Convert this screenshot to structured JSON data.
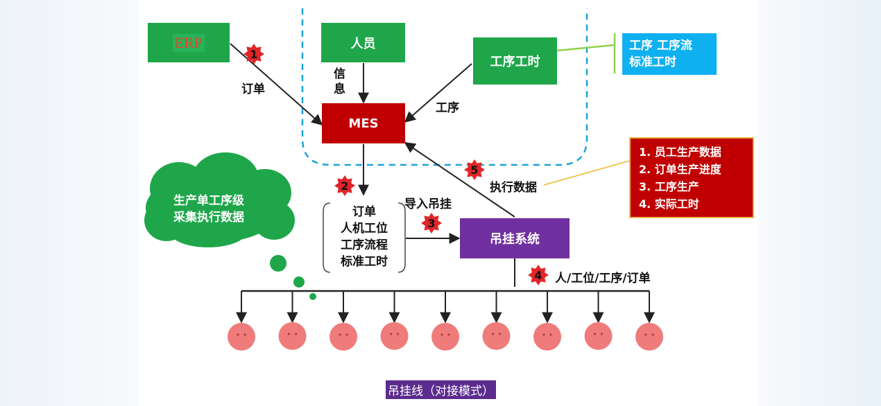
{
  "erp": {
    "label": "ERP"
  },
  "personnel": {
    "label": "人员"
  },
  "process_time": {
    "label": "工序工时"
  },
  "process_note": {
    "line1": "工序 工序流",
    "line2": "标准工时"
  },
  "mes": {
    "label": "MES"
  },
  "hanging_system": {
    "label": "吊挂系统"
  },
  "cloud": {
    "line1": "生产单工序级",
    "line2": "采集执行数据"
  },
  "bracket": {
    "lines": [
      "订单",
      "人机工位",
      "工序流程",
      "标准工时"
    ]
  },
  "exec_list": {
    "items": [
      "1. 员工生产数据",
      "2. 订单生产进度",
      "3. 工序生产",
      "4. 实际工时"
    ]
  },
  "edge_labels": {
    "order": "订单",
    "info_line1": "信",
    "info_line2": "息",
    "process": "工序",
    "import": "导入吊挂",
    "exec_data": "执行数据",
    "station": "人/工位/工序/订单"
  },
  "badges": [
    "1",
    "2",
    "3",
    "4",
    "5"
  ],
  "worker_count": 9,
  "caption": "吊挂线（对接模式）",
  "colors": {
    "green": "#1fa64a",
    "red": "#c00000",
    "purple": "#7030a0",
    "cyan": "#0fb0ef",
    "worker": "#ef7b7b"
  }
}
